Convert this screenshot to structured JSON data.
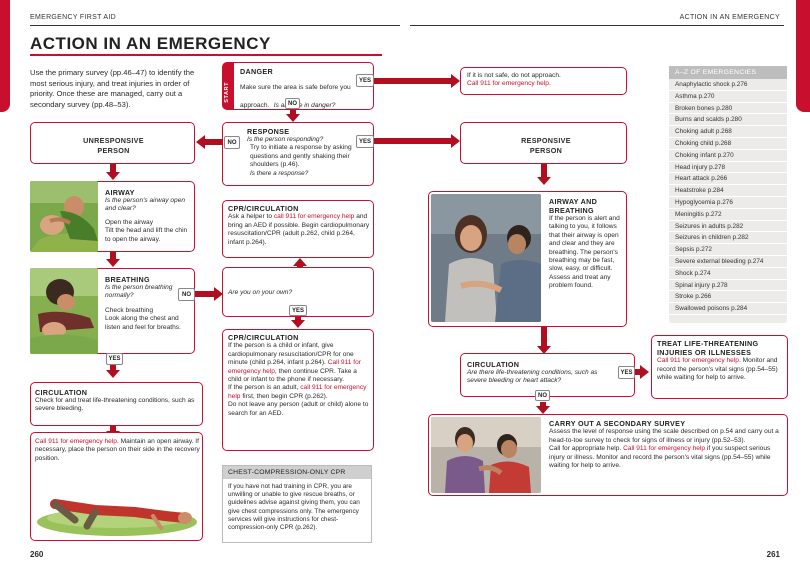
{
  "header": {
    "left": "EMERGENCY FIRST AID",
    "right": "ACTION IN AN EMERGENCY"
  },
  "title": "ACTION IN AN EMERGENCY",
  "intro": "Use the primary survey (pp.46–47) to identify the most serious injury, and treat injuries in order of priority. Once these are managed, carry out a secondary survey (pp.48–53).",
  "start_label": "START",
  "danger": {
    "heading": "DANGER",
    "text": "Make sure the area is safe before you approach.",
    "q": "Is anyone in danger?"
  },
  "not_safe": {
    "text": "If it is not safe, do not approach.",
    "call": "Call 911 for emergency help."
  },
  "response": {
    "heading": "RESPONSE",
    "q": "Is the person responding?",
    "text": "Try to initiate a response by asking questions and gently shaking their shoulders (p.46).",
    "q2": "Is there a response?"
  },
  "unresponsive": "UNRESPONSIVE PERSON",
  "responsive": "RESPONSIVE PERSON",
  "airway": {
    "heading": "AIRWAY",
    "q": "Is the person's airway open and clear?",
    "sub": "Open the airway",
    "text": "Tilt the head and lift the chin to open the airway."
  },
  "breathing": {
    "heading": "BREATHING",
    "q": "Is the person breathing normally?",
    "sub": "Check breathing",
    "text": "Look along the chest and listen and feel for breaths."
  },
  "circ_left": {
    "heading": "CIRCULATION",
    "text": "Check for and treat life-threatening conditions, such as severe bleeding."
  },
  "recovery": {
    "call": "Call 911 for emergency help.",
    "text": "Maintain an open airway. If necessary, place the person on their side in the recovery position."
  },
  "cpr1": {
    "heading": "CPR/CIRCULATION",
    "t1": "Ask a helper to",
    "call": "call 911 for emergency help",
    "t2": "and bring an AED if possible. Begin cardiopulmonary resuscitation/CPR (adult p.262, child p.264, infant p.264)."
  },
  "alone": {
    "q": "Are you on your own?"
  },
  "cpr2": {
    "heading": "CPR/CIRCULATION",
    "t1": "If the person is a child or infant, give cardiopulmonary resuscitation/CPR for one minute (child p.264, infant p.264).",
    "call1": "Call 911 for emergency help,",
    "t2": "then continue CPR. Take a child or infant to the phone if necessary.",
    "t3": "If the person is an adult,",
    "call2": "call 911 for emergency help",
    "t4": "first, then begin CPR (p.262).",
    "t5": "Do not leave any person (adult or child) alone to search for an AED."
  },
  "ccpr": {
    "heading": "CHEST-COMPRESSION-ONLY CPR",
    "text": "If you have not had training in CPR, you are unwilling or unable to give rescue breaths, or guidelines advise against giving them, you can give chest compressions only. The emergency services will give instructions for chest-compression-only CPR (p.262)."
  },
  "ab": {
    "heading": "AIRWAY AND BREATHING",
    "text": "If the person is alert and talking to you, it follows that their airway is open and clear and they are breathing. The person's breathing may be fast, slow, easy, or difficult. Assess and treat any problem found."
  },
  "circ_right": {
    "heading": "CIRCULATION",
    "q": "Are there life-threatening conditions, such as severe bleeding or heart attack?"
  },
  "lt": {
    "heading": "TREAT LIFE-THREATENING INJURIES OR ILLNESSES",
    "call": "Call 911 for emergency help.",
    "text": "Monitor and record the person's vital signs (pp.54–55) while waiting for help to arrive."
  },
  "secondary": {
    "heading": "CARRY OUT A SECONDARY SURVEY",
    "t1": "Assess the level of response using the scale described on p.54 and carry out a head-to-toe survey to check for signs of illness or injury (pp.52–53).",
    "t2": "Call for appropriate help.",
    "call": "Call 911 for emergency help",
    "t3": "if you suspect serious injury or illness. Monitor and record the person's vital signs (pp.54–55) while waiting for help to arrive."
  },
  "btns": {
    "yes": "YES",
    "no": "NO"
  },
  "az": {
    "heading": "A–Z OF EMERGENCIES",
    "items": [
      "Anaphylactic shock p.276",
      "Asthma p.270",
      "Broken bones p.280",
      "Burns and scalds p.280",
      "Choking adult p.268",
      "Choking child p.268",
      "Choking infant p.270",
      "Head injury p.278",
      "Heart attack p.266",
      "Heatstroke p.284",
      "Hypoglycemia p.276",
      "Meningitis p.272",
      "Seizures in adults p.282",
      "Seizures in children p.282",
      "Sepsis p.272",
      "Severe external bleeding p.274",
      "Shock p.274",
      "Spinal injury p.278",
      "Stroke p.266",
      "Swallowed poisons p.284"
    ]
  },
  "pages": {
    "left": "260",
    "right": "261"
  }
}
